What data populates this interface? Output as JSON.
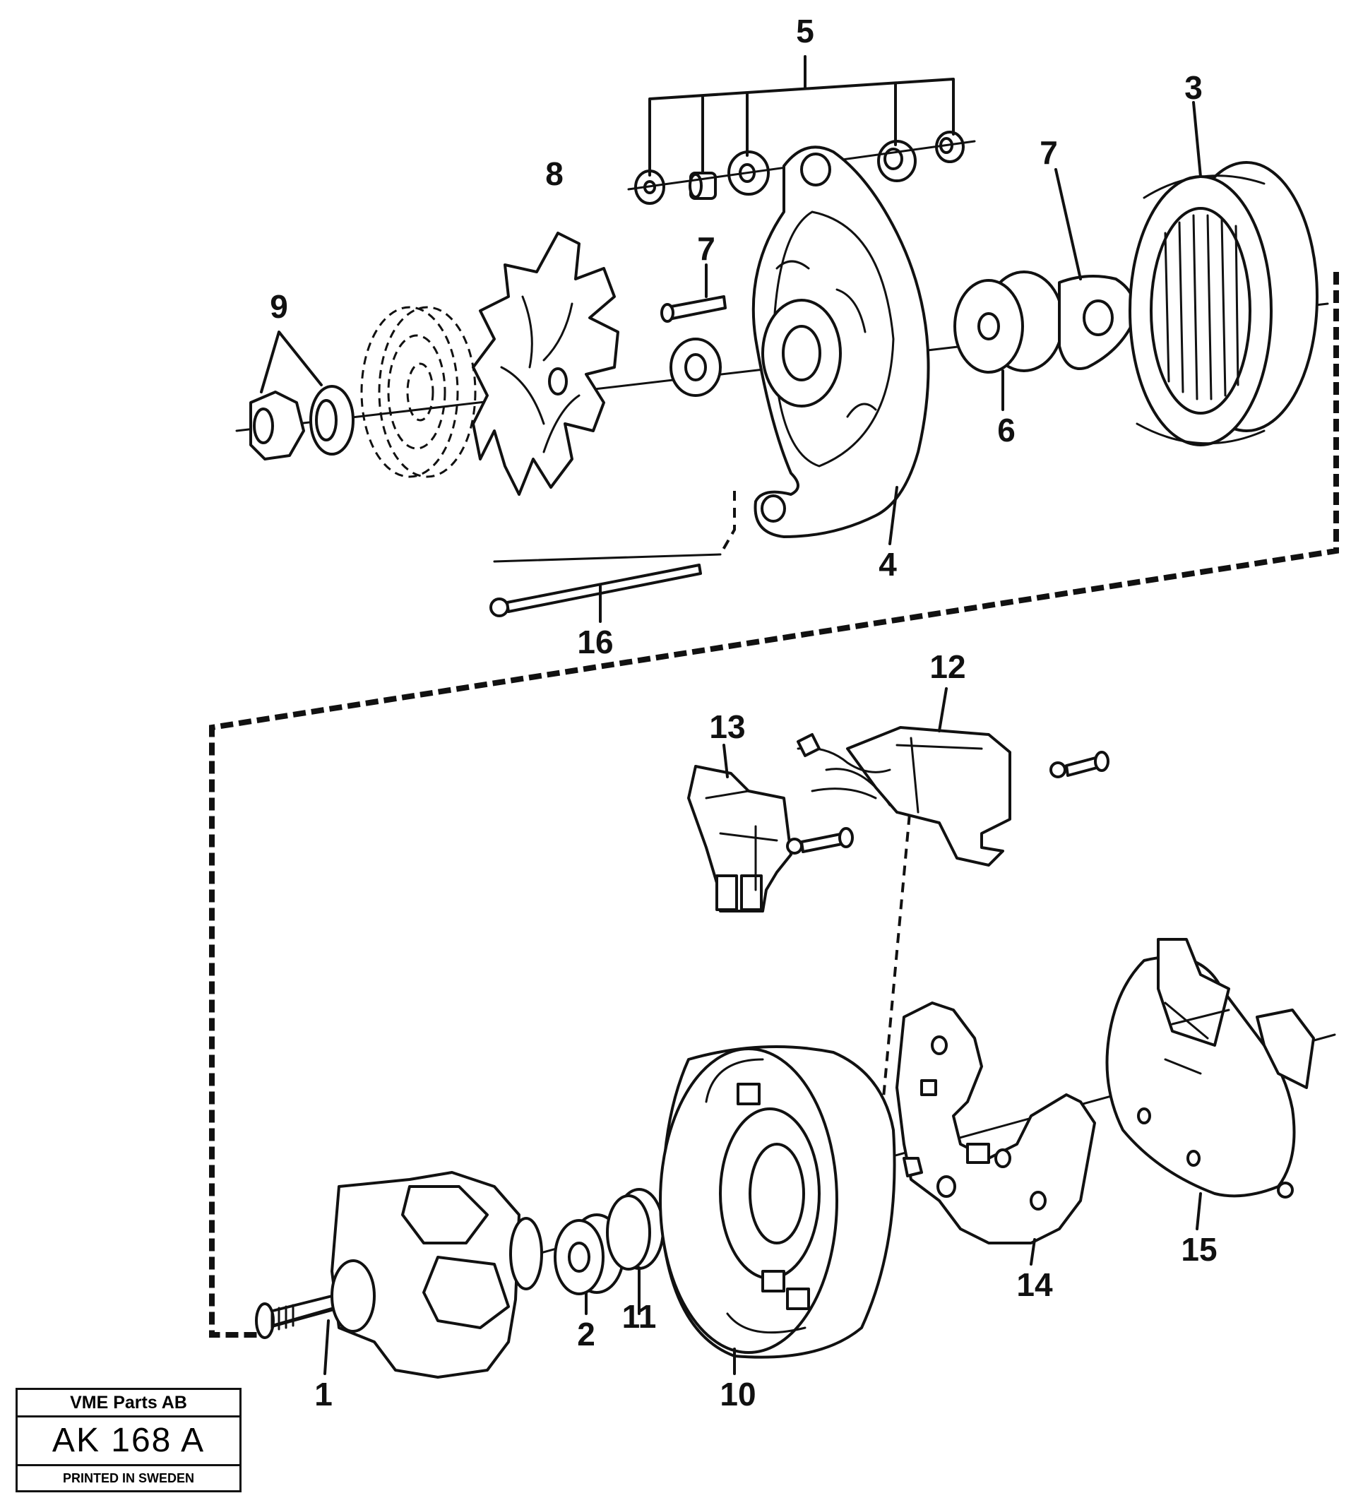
{
  "diagram": {
    "callouts": {
      "c1": "1",
      "c2": "2",
      "c3": "3",
      "c4": "4",
      "c5": "5",
      "c6": "6",
      "c7a": "7",
      "c7b": "7",
      "c8": "8",
      "c9": "9",
      "c10": "10",
      "c11": "11",
      "c12": "12",
      "c13": "13",
      "c14": "14",
      "c15": "15",
      "c16": "16"
    }
  },
  "stamp": {
    "company": "VME Parts AB",
    "code": "AK 168 A",
    "footer": "PRINTED IN SWEDEN"
  }
}
